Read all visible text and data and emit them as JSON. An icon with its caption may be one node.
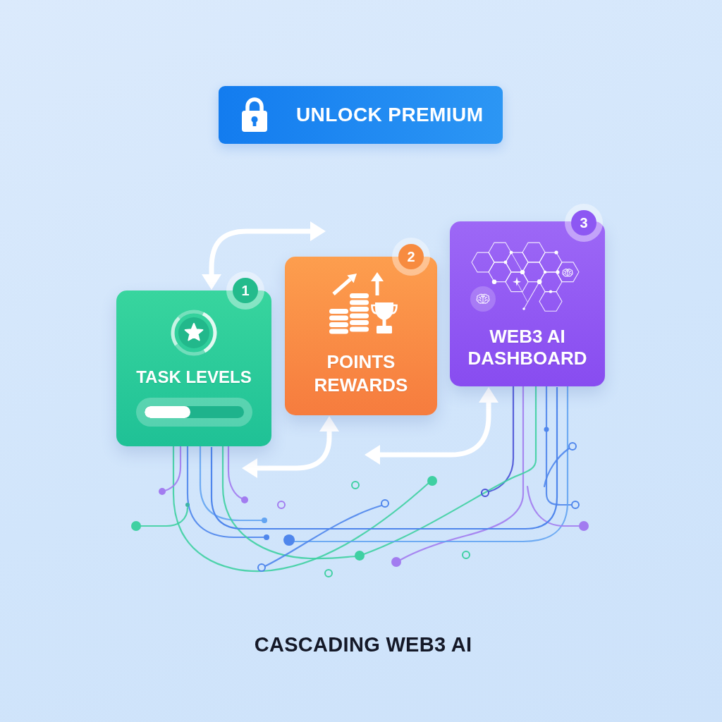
{
  "diagram": {
    "caption": "CASCADING WEB3 AI",
    "nodes": [
      {
        "text": [
          "UNLOCK PREMIUM"
        ]
      },
      {
        "text": [
          "1",
          "TASK LEVELS"
        ]
      },
      {
        "text": [
          "2",
          "POINTS REWARDS"
        ]
      },
      {
        "text": [
          "3",
          "WEB3 AI DASHBOARD"
        ]
      }
    ],
    "edges": [
      {
        "from": 1,
        "to": 2,
        "arrow": "both"
      },
      {
        "from": 2,
        "to": 1,
        "arrow": "both"
      },
      {
        "from": 3,
        "to": null,
        "arrow": "both"
      },
      {
        "from": 1,
        "to": 3,
        "arrow": "none",
        "color": "#4f86ec"
      }
    ]
  }
}
